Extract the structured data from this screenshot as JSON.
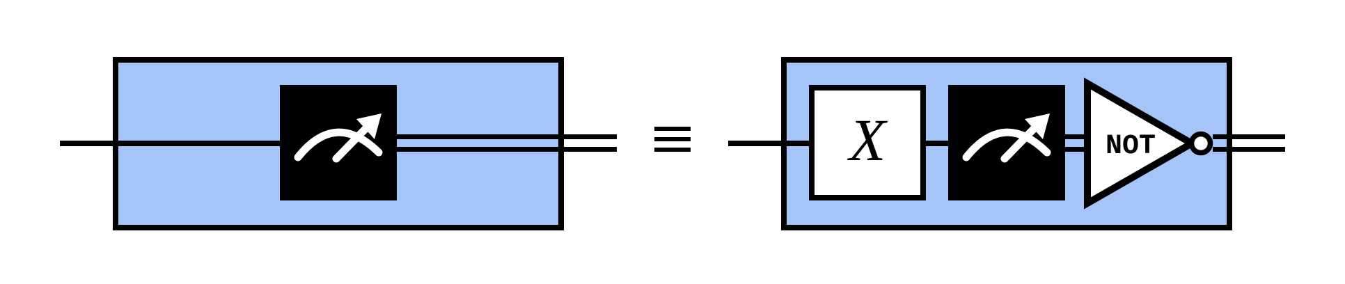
{
  "colors": {
    "background": "#ffffff",
    "circuit_fill": "#a5c5f8",
    "stroke": "#000000",
    "gate_dark_fill": "#000000",
    "gate_light_fill": "#ffffff",
    "meter_icon": "#ffffff"
  },
  "equivalence": {
    "symbol": "≡"
  },
  "left_circuit": {
    "gates": [
      {
        "type": "measurement",
        "icon": "meter-icon"
      }
    ]
  },
  "right_circuit": {
    "gates": [
      {
        "type": "gate",
        "label": "X"
      },
      {
        "type": "measurement",
        "icon": "meter-icon"
      },
      {
        "type": "not-gate",
        "label": "NOT"
      }
    ]
  }
}
